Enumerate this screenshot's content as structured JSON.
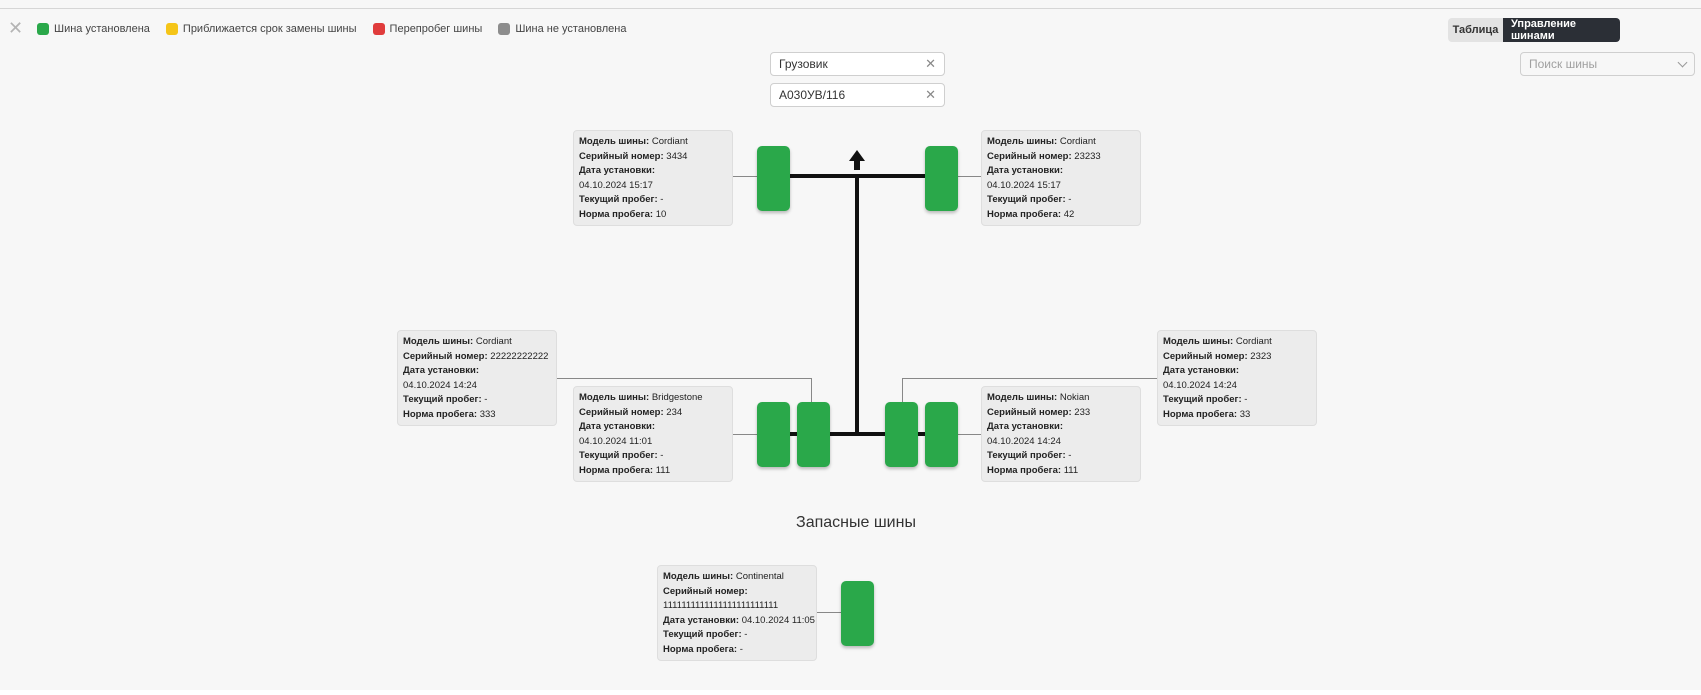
{
  "legend": [
    {
      "label": "Шина установлена",
      "color": "#2aa84a"
    },
    {
      "label": "Приближается срок замены шины",
      "color": "#f5c518"
    },
    {
      "label": "Перепробег шины",
      "color": "#e03c3c"
    },
    {
      "label": "Шина не установлена",
      "color": "#8d8d8d"
    }
  ],
  "view_toggle": {
    "table_label": "Таблица",
    "manage_label": "Управление шинами"
  },
  "search": {
    "placeholder": "Поиск шины"
  },
  "filters": {
    "vehicle_type": "Грузовик",
    "plate": "А030УВ/116"
  },
  "labels": {
    "model": "Модель шины:",
    "serial": "Серийный номер:",
    "installed": "Дата установки:",
    "mileage": "Текущий пробег:",
    "norm": "Норма пробега:"
  },
  "tires": {
    "front_left": {
      "model": "Cordiant",
      "serial": "3434",
      "installed": "04.10.2024 15:17",
      "mileage": "-",
      "norm": "10"
    },
    "front_right": {
      "model": "Cordiant",
      "serial": "23233",
      "installed": "04.10.2024 15:17",
      "mileage": "-",
      "norm": "42"
    },
    "rear_left_outer": {
      "model": "Cordiant",
      "serial": "22222222222",
      "installed": "04.10.2024 14:24",
      "mileage": "-",
      "norm": "333"
    },
    "rear_left_inner": {
      "model": "Bridgestone",
      "serial": "234",
      "installed": "04.10.2024 11:01",
      "mileage": "-",
      "norm": "111"
    },
    "rear_right_inner": {
      "model": "Nokian",
      "serial": "233",
      "installed": "04.10.2024 14:24",
      "mileage": "-",
      "norm": "111"
    },
    "rear_right_outer": {
      "model": "Cordiant",
      "serial": "2323",
      "installed": "04.10.2024 14:24",
      "mileage": "-",
      "norm": "33"
    }
  },
  "spare": {
    "title": "Запасные шины",
    "tire": {
      "model": "Continental",
      "serial": "1111111111111111111111111",
      "installed": "04.10.2024 11:05",
      "mileage": "-",
      "norm": "-"
    }
  }
}
